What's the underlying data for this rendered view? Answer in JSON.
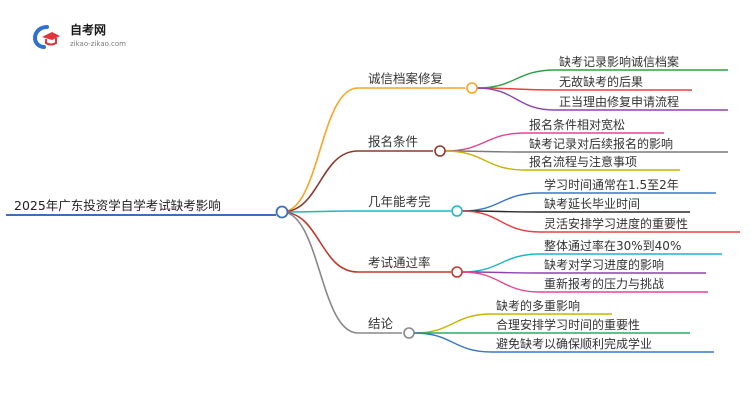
{
  "brand": {
    "name": "自考网",
    "url_text": "zikao-zikao.com",
    "colors": {
      "blue": "#2f6fd6",
      "red": "#e0353b"
    }
  },
  "mindmap": {
    "root": {
      "label": "2025年广东投资学自学考试缺考影响",
      "color": "#3b6fb6"
    },
    "branches": [
      {
        "label": "诚信档案修复",
        "color": "#f5a623",
        "children": [
          {
            "label": "缺考记录影响诚信档案",
            "color": "#2ea043"
          },
          {
            "label": "无故缺考的后果",
            "color": "#e8433a"
          },
          {
            "label": "正当理由修复申请流程",
            "color": "#8e44ad"
          }
        ]
      },
      {
        "label": "报名条件",
        "color": "#8b3a2b",
        "children": [
          {
            "label": "报名条件相对宽松",
            "color": "#e84393"
          },
          {
            "label": "缺考记录对后续报名的影响",
            "color": "#7a7a7a"
          },
          {
            "label": "报名流程与注意事项",
            "color": "#c8b400"
          }
        ]
      },
      {
        "label": "几年能考完",
        "color": "#1fb5c4",
        "children": [
          {
            "label": "学习时间通常在1.5至2年",
            "color": "#3578c8"
          },
          {
            "label": "缺考延长毕业时间",
            "color": "#2a2a2a"
          },
          {
            "label": "灵活安排学习进度的重要性",
            "color": "#e84040"
          }
        ]
      },
      {
        "label": "考试通过率",
        "color": "#c0392b",
        "children": [
          {
            "label": "整体通过率在30%到40%",
            "color": "#1fb5c4"
          },
          {
            "label": "缺考对学习进度的影响",
            "color": "#8e44ad"
          },
          {
            "label": "重新报考的压力与挑战",
            "color": "#e84393"
          }
        ]
      },
      {
        "label": "结论",
        "color": "#888888",
        "children": [
          {
            "label": "缺考的多重影响",
            "color": "#c8b400"
          },
          {
            "label": "合理安排学习时间的重要性",
            "color": "#27ae60"
          },
          {
            "label": "避免缺考以确保顺利完成学业",
            "color": "#3578c8"
          }
        ]
      }
    ]
  }
}
